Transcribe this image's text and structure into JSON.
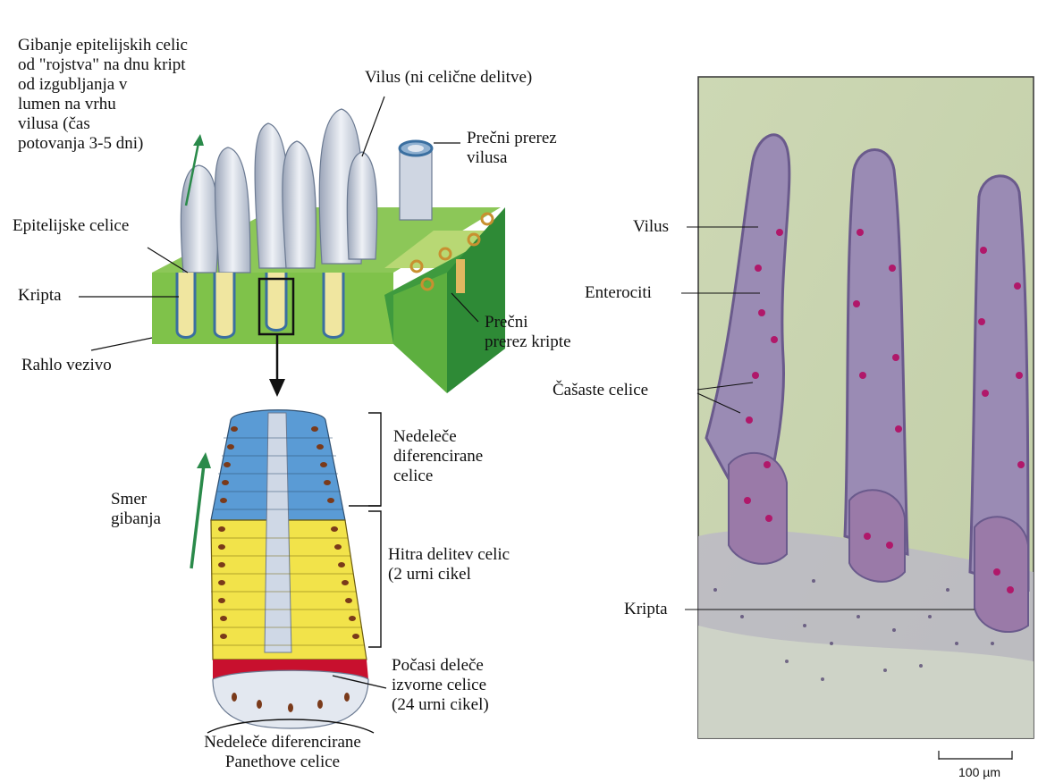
{
  "diagram": {
    "movement_note": [
      "Gibanje epitelijskih celic",
      "od \"rojstva\" na dnu kript",
      "od izgubljanja v",
      "lumen na vrhu",
      "vilusa (čas",
      "potovanja 3-5 dni)"
    ],
    "villus_no_division": "Vilus (ni celične delitve)",
    "villus_cross_section": [
      "Prečni prerez",
      "vilusa"
    ],
    "epithelial_cells": "Epitelijske celice",
    "crypt": "Kripta",
    "loose_connective": "Rahlo vezivo",
    "crypt_cross_section": [
      "Prečni",
      "prerez kripte"
    ],
    "direction": [
      "Smer",
      "gibanja"
    ],
    "nondividing_differentiated": [
      "Nedeleče",
      "diferencirane",
      "celice"
    ],
    "rapid_division": [
      "Hitra delitev celic",
      "(2 urni cikel"
    ],
    "slow_stem": [
      "Počasi deleče",
      "izvorne celice",
      "(24 urni cikel)"
    ],
    "paneth": [
      "Nedeleče diferencirane",
      "Panethove celice"
    ]
  },
  "micrograph": {
    "vilus": "Vilus",
    "enterociti": "Enterociti",
    "goblet": "Čašaste celice",
    "kripta": "Kripta",
    "scale": "100 µm"
  },
  "colors": {
    "tissue_green": "#7fc24a",
    "epithelium_blue": "#5a9bd5",
    "proliferation_yellow": "#f2e34a",
    "stem_red": "#c8102e",
    "arrow_green": "#2a8a4a",
    "micrograph_bg": "#c9d4b0",
    "goblet_magenta": "#b0186a"
  }
}
